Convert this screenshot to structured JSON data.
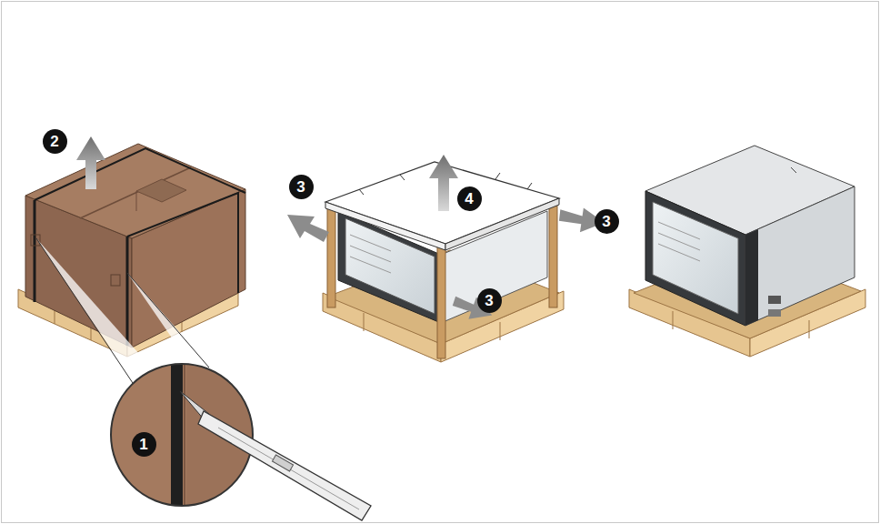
{
  "diagram": {
    "labels": [
      "2",
      "3",
      "4",
      "3",
      "3",
      "1"
    ]
  }
}
